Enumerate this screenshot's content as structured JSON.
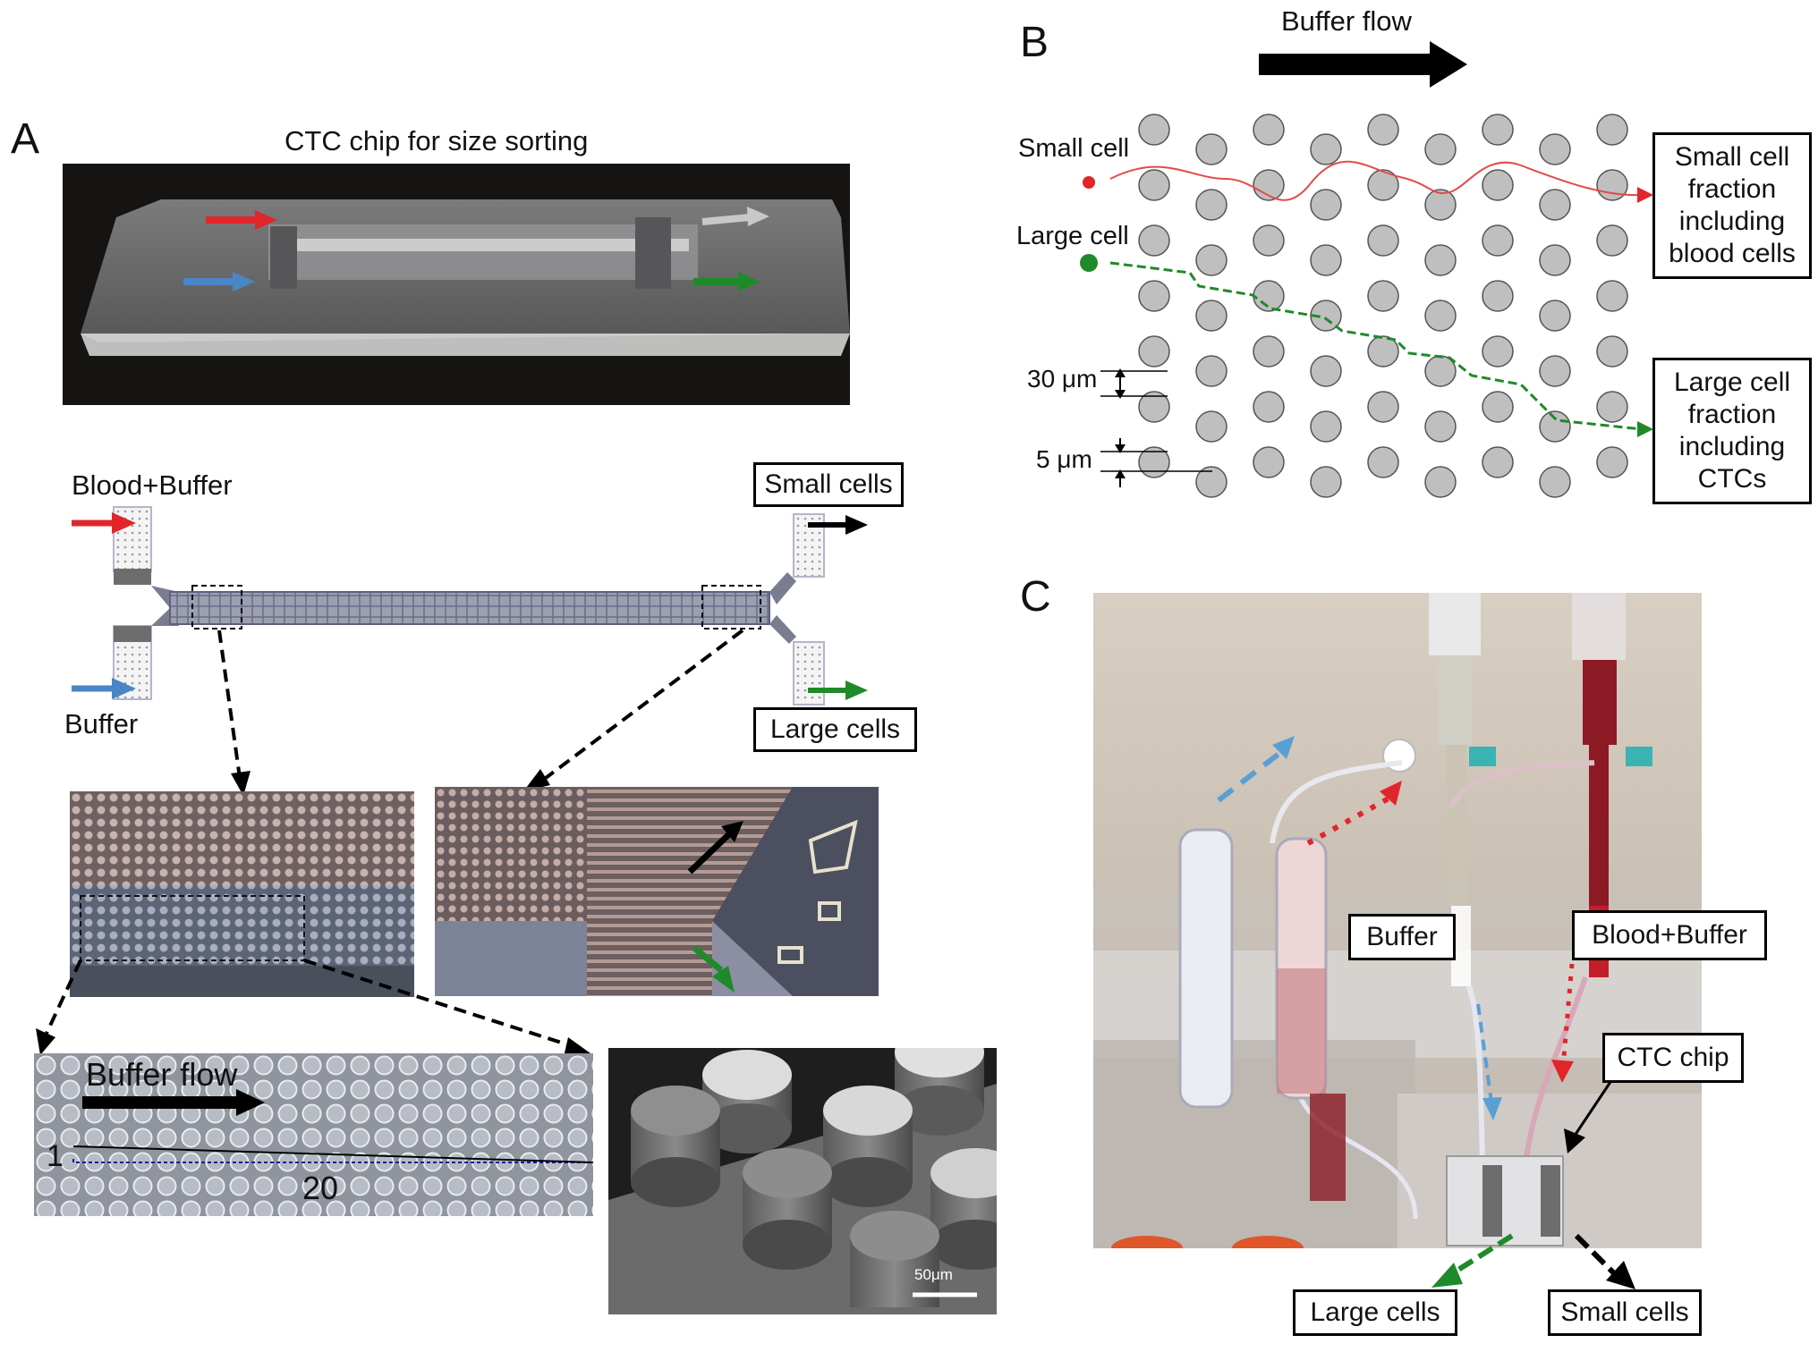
{
  "panels": {
    "a": {
      "letter": "A",
      "photo_title": "CTC chip for size sorting",
      "inlet_blood_buffer": "Blood+Buffer",
      "inlet_buffer": "Buffer",
      "outlet_small": "Small cells",
      "outlet_large": "Large cells",
      "zoom_flow_label": "Buffer flow",
      "ratio_rise": "1",
      "ratio_run": "20",
      "scale_bar": "50μm"
    },
    "b": {
      "letter": "B",
      "flow_label": "Buffer flow",
      "small_cell": "Small cell",
      "large_cell": "Large cell",
      "gap_label": "30 μm",
      "offset_label": "5 μm",
      "small_fraction_lines": [
        "Small cell",
        "fraction",
        "including",
        "blood cells"
      ],
      "large_fraction_lines": [
        "Large cell",
        "fraction",
        "including",
        "CTCs"
      ]
    },
    "c": {
      "letter": "C",
      "buffer": "Buffer",
      "blood_buffer": "Blood+Buffer",
      "chip": "CTC chip",
      "large_cells": "Large cells",
      "small_cells": "Small cells"
    }
  },
  "colors": {
    "red_arrow": "#e0262b",
    "blue_arrow": "#4a86c5",
    "green_arrow": "#1f8a2a",
    "gray_arrow": "#c8c8c8",
    "pillar_fill": "#bfbfbf",
    "small_cell_path": "#e34b4b",
    "large_cell_path": "#1f8a2a"
  }
}
